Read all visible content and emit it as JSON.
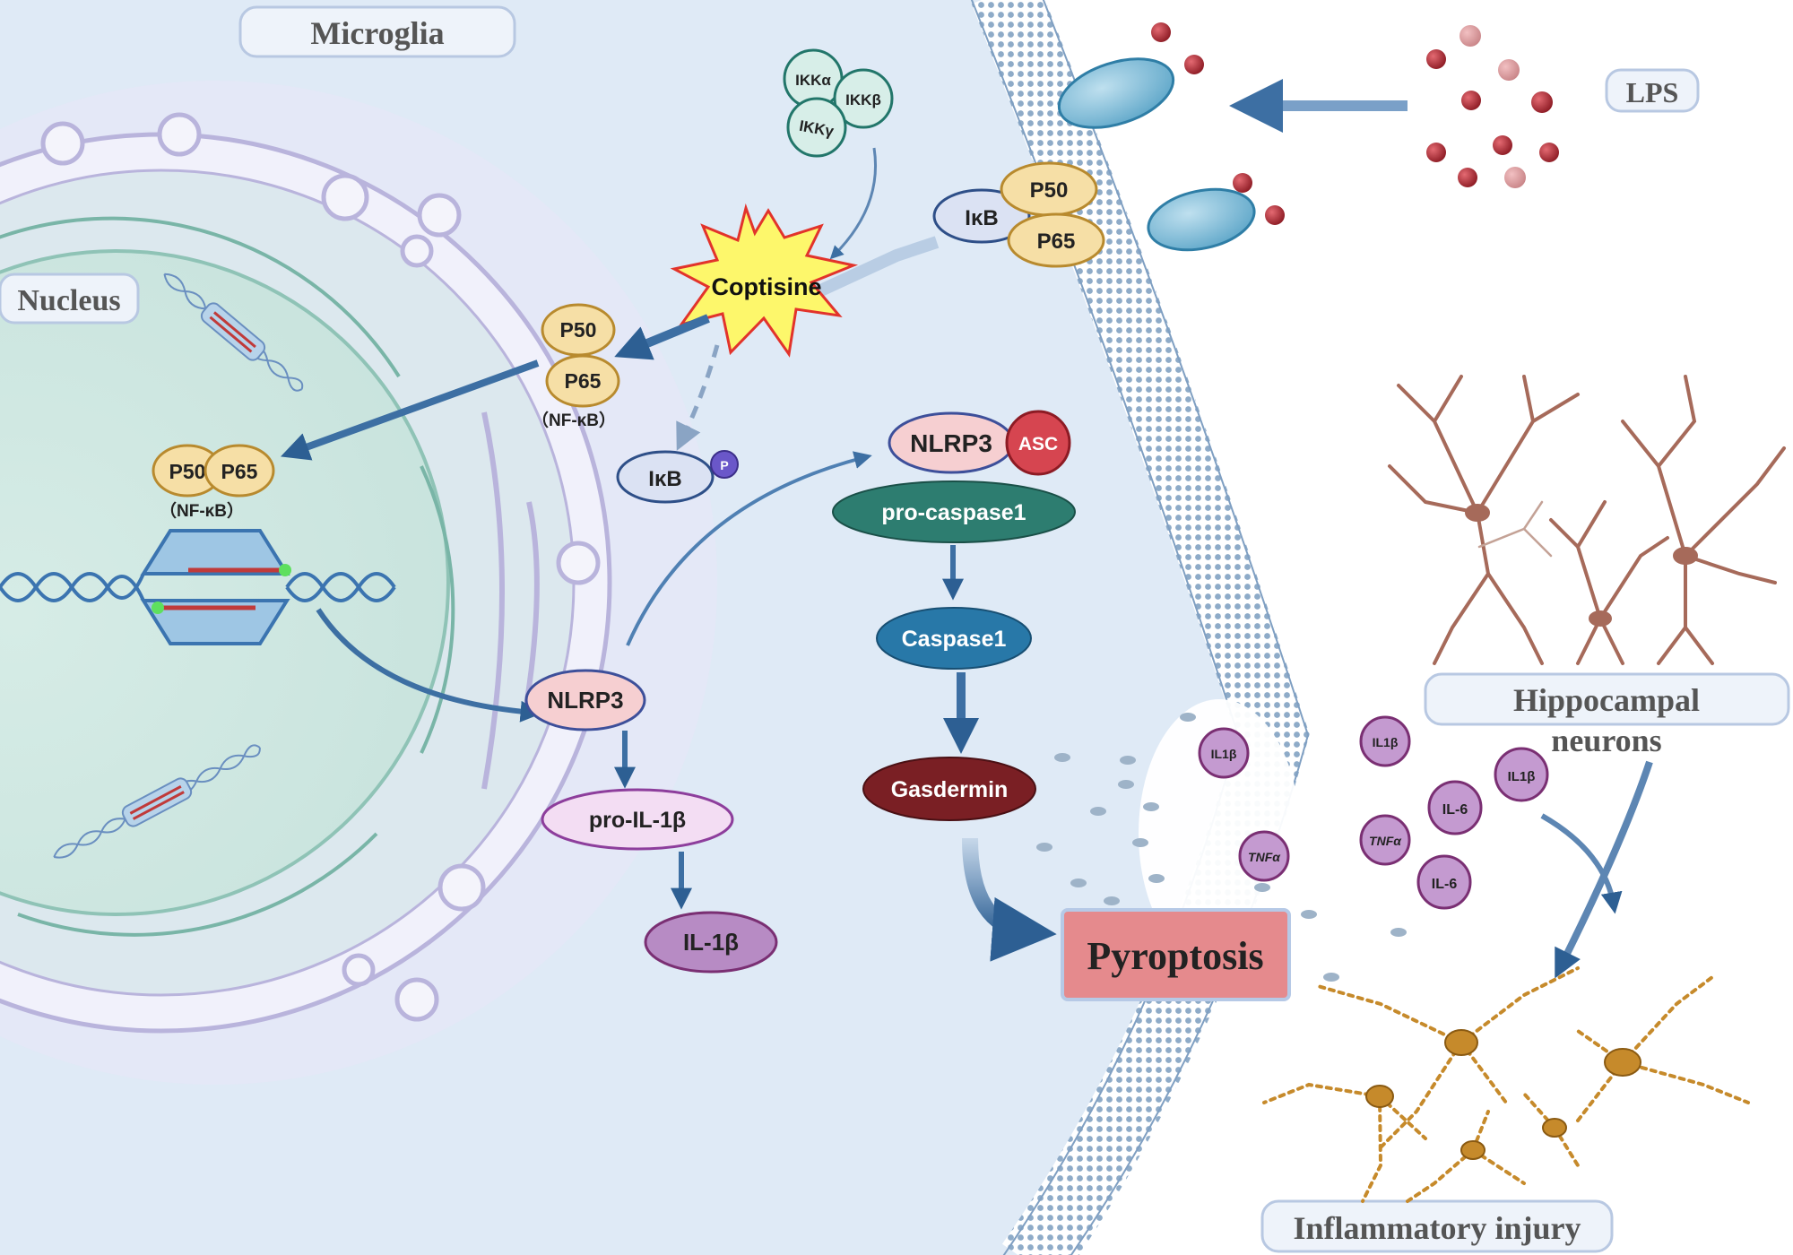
{
  "labels": {
    "microglia": "Microglia",
    "nucleus": "Nucleus",
    "lps": "LPS",
    "hippocampal_line1": "Hippocampal",
    "hippocampal_line2": "neurons",
    "inflammatory_injury": "Inflammatory injury",
    "pyroptosis": "Pyroptosis",
    "coptisine": "Coptisine"
  },
  "molecules": {
    "ikk_alpha": "IKKα",
    "ikk_beta": "IKKβ",
    "ikk_gamma": "IKKγ",
    "ikb": "IκB",
    "p50": "P50",
    "p65": "P65",
    "nfkb": "（NF-κB）",
    "phospho": "P",
    "nlrp3": "NLRP3",
    "asc": "ASC",
    "pro_caspase1": "pro-caspase1",
    "caspase1": "Caspase1",
    "gasdermin": "Gasdermin",
    "pro_il1b": "pro-IL-1β",
    "il1b": "IL-1β"
  },
  "cytokines": {
    "il1b": "IL1β",
    "il6": "IL-6",
    "tnfa": "TNFα"
  },
  "colors": {
    "cell_fill": "#deebf6",
    "nucleus_fill": "#d3e7e2",
    "er_fill": "#eef0f8",
    "arrow": "#3d6fa3",
    "p_complex": "#f6dfa6",
    "nlrp3": "#f6cfd1",
    "asc": "#d64550",
    "procaspase": "#2d7d70",
    "caspase": "#2878a8",
    "gasdermin": "#7a1f24",
    "pro_il1b": "#f3ddf3",
    "il1b": "#b78bc4",
    "pyroptosis": "#e58a8d",
    "lps": "#b8343e",
    "neuron": "#a66a5a",
    "damaged_neuron": "#c68a2b"
  }
}
